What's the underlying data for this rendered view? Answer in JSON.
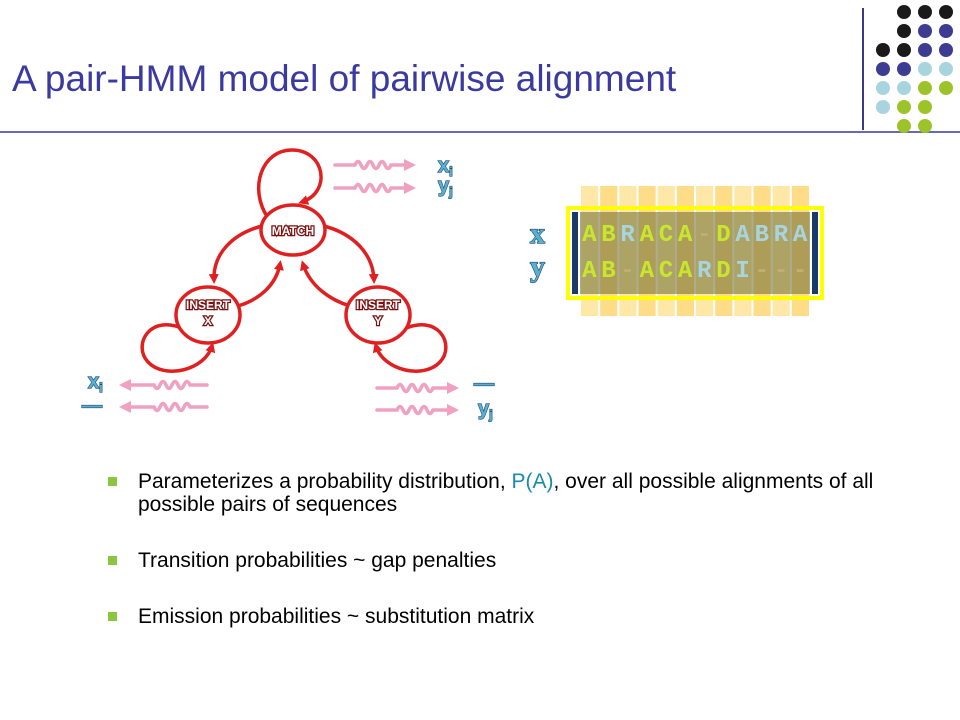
{
  "title": "A pair-HMM model of pairwise alignment",
  "states": {
    "match": "MATCH",
    "insert_x_line1": "INSERT",
    "insert_x_line2": "X",
    "insert_y_line1": "INSERT",
    "insert_y_line2": "Y"
  },
  "emissions": {
    "match_top": "x",
    "match_top_sub": "i",
    "match_bottom": "y",
    "match_bottom_sub": "j",
    "insert_x_top": "x",
    "insert_x_top_sub": "i",
    "insert_x_bottom": "—",
    "insert_y_top": "—",
    "insert_y_bottom": "y",
    "insert_y_bottom_sub": "j"
  },
  "alignment": {
    "label_x": "x",
    "label_y": "y",
    "seq_x": "ABRACA-DABRA",
    "seq_y": "AB-ACARDI---"
  },
  "bullets": {
    "b1_pre": "Parameterizes a probability distribution, ",
    "b1_highlight": "P(A)",
    "b1_post": ", over all possible alignments of all possible pairs of sequences",
    "b2": "Transition probabilities ~ gap penalties",
    "b3": "Emission probabilities  ~ substitution matrix"
  },
  "colors": {
    "title": "#3a3aa0",
    "state_fill": "#ffffff",
    "state_stroke": "#e02020",
    "arrow": "#e02020",
    "wave": "#f0a0c0",
    "emission_text": "#5ab0d0",
    "bullet_marker": "#8cc63f",
    "highlight": "#1a8ab0",
    "dot_black": "#1a1a1a",
    "dot_purple": "#3c3c90",
    "dot_lightblue": "#a8d4e0",
    "dot_green": "#9cc42a"
  },
  "icons": {
    "bullet": "square-bullet-icon",
    "corner_decoration": "dot-grid-icon"
  }
}
